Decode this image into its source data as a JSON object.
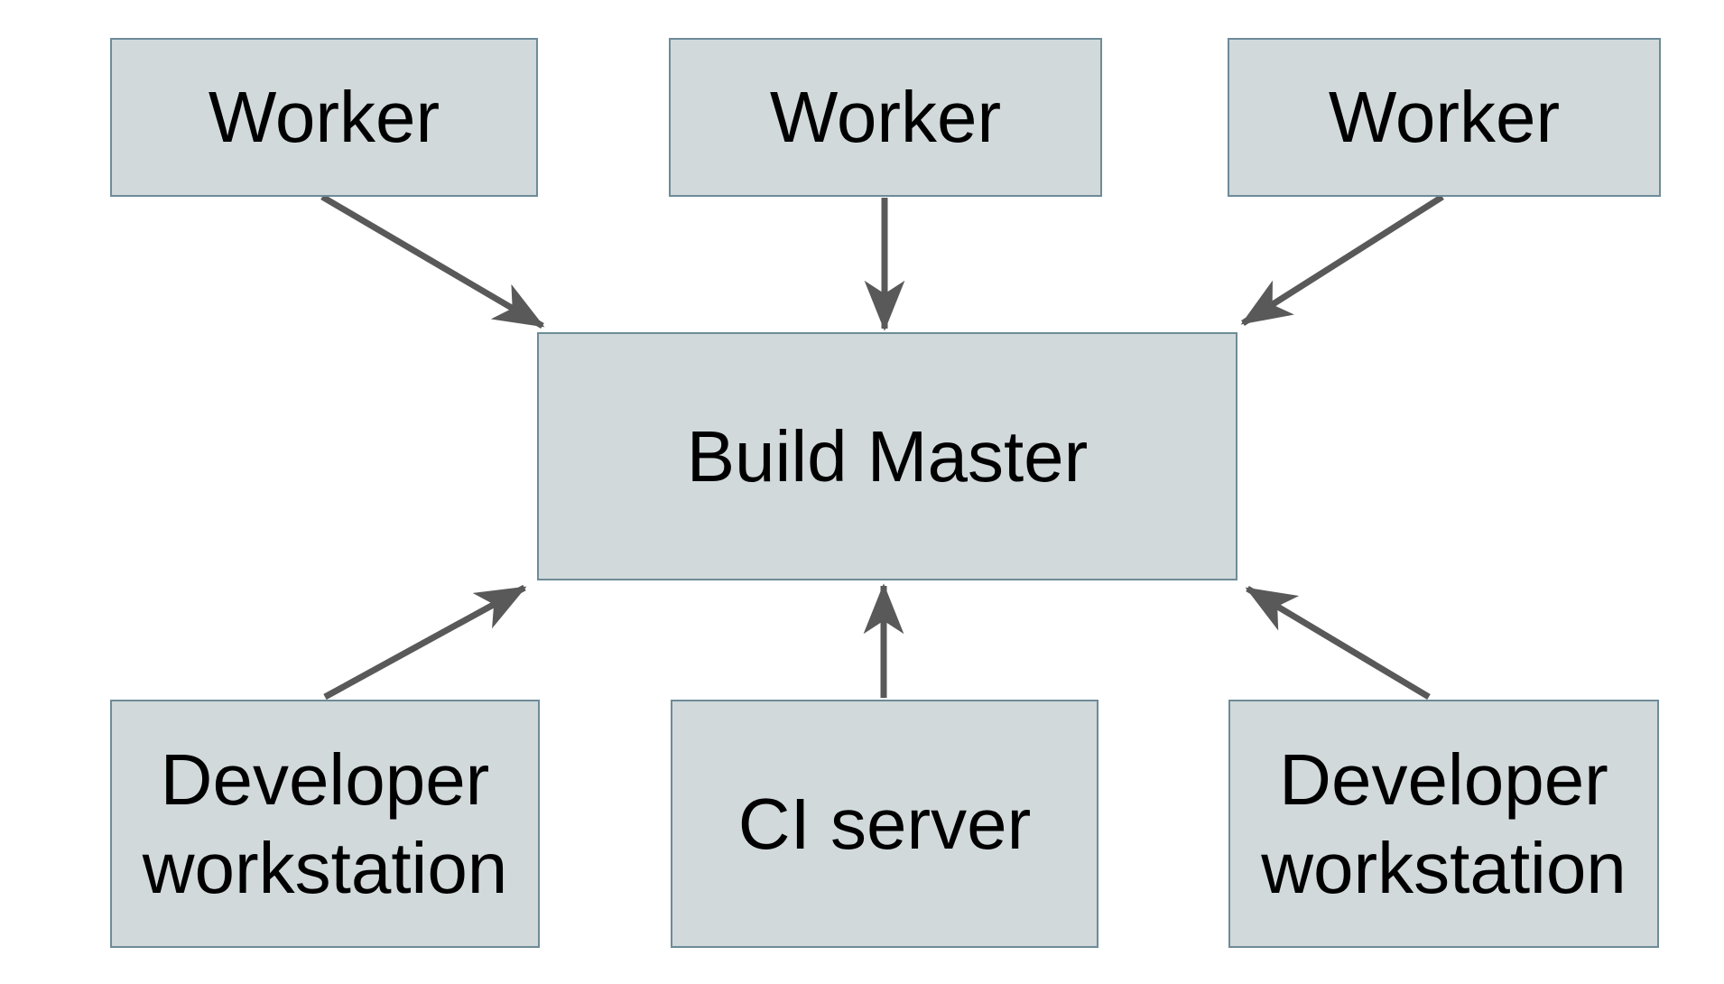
{
  "diagram": {
    "type": "architecture-diagram",
    "background": "#ffffff",
    "colors": {
      "node_fill": "#d1d9db",
      "node_border": "#6e8b98",
      "arrow": "#595959",
      "text": "#000000"
    },
    "nodes": {
      "worker1": {
        "label": "Worker"
      },
      "worker2": {
        "label": "Worker"
      },
      "worker3": {
        "label": "Worker"
      },
      "buildMaster": {
        "label": "Build Master"
      },
      "devLeft": {
        "label": "Developer workstation"
      },
      "ciServer": {
        "label": "CI server"
      },
      "devRight": {
        "label": "Developer workstation"
      }
    },
    "edges": [
      {
        "from": "worker1",
        "to": "buildMaster",
        "direction": "down"
      },
      {
        "from": "worker2",
        "to": "buildMaster",
        "direction": "down"
      },
      {
        "from": "worker3",
        "to": "buildMaster",
        "direction": "down"
      },
      {
        "from": "devLeft",
        "to": "buildMaster",
        "direction": "up"
      },
      {
        "from": "ciServer",
        "to": "buildMaster",
        "direction": "up"
      },
      {
        "from": "devRight",
        "to": "buildMaster",
        "direction": "up"
      }
    ]
  }
}
